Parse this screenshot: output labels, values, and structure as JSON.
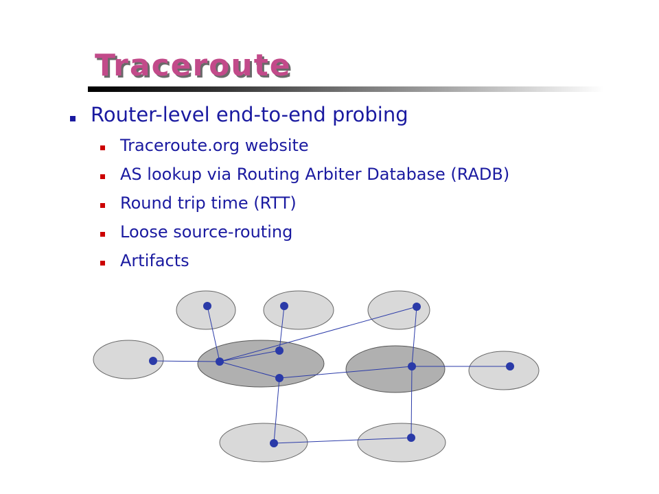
{
  "slide": {
    "title": "Traceroute",
    "main_bullet": "Router-level end-to-end probing",
    "sub_bullets": [
      "Traceroute.org website",
      "AS lookup via Routing Arbiter Database (RADB)",
      "Round trip time (RTT)",
      "Loose source-routing",
      "Artifacts"
    ]
  },
  "colors": {
    "title": "#c24a8a",
    "text": "#1a1aa0",
    "sub_bullet_marker": "#cc0000",
    "as_light": "#d9d9d9",
    "as_dark": "#b0b0b0",
    "router": "#2a3aa8",
    "link": "#2a3aa8"
  }
}
